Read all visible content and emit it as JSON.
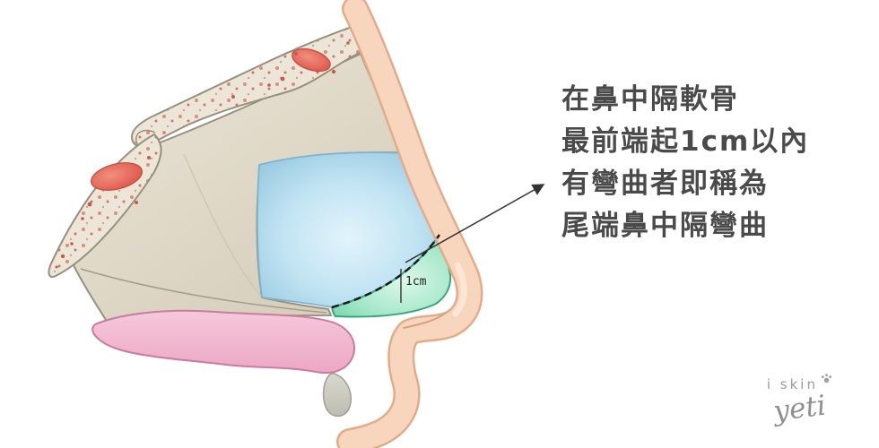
{
  "annotation": {
    "lines": [
      "在鼻中隔軟骨",
      "最前端起1cm以內",
      "有彎曲者即稱為",
      "尾端鼻中隔彎曲"
    ]
  },
  "diagram": {
    "measure_label": "1cm"
  },
  "logo": {
    "top": "i skin",
    "bottom": "yeti"
  },
  "colors": {
    "skin_fill": "#f8d6be",
    "skin_outline": "#e3ab89",
    "bone_fill": "#ece6d8",
    "bone_outline": "#97907e",
    "septum_fill": "#e4ddcd",
    "cartilage_blue": "#bfe2f2",
    "caudal_green": "#a9e9cc",
    "palate_pink": "#f2b9d0",
    "marrow_red": "#e0564b",
    "annotation_text": "#4a4a4a",
    "line_black": "#1a1a1a"
  }
}
